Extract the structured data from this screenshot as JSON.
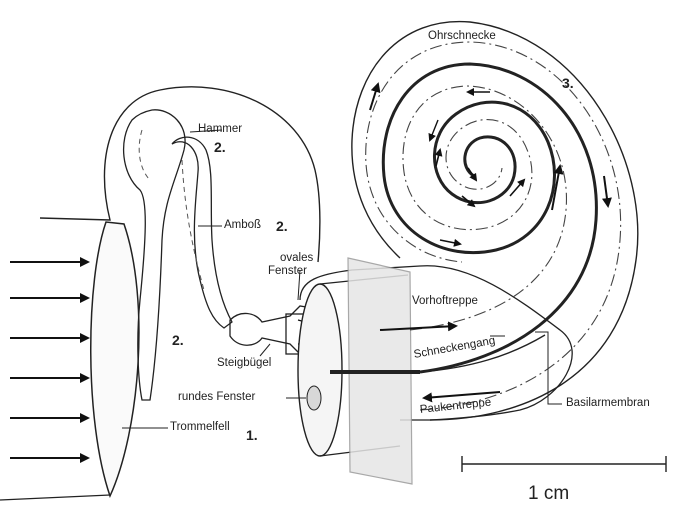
{
  "labels": {
    "ohrschnecke": "Ohrschnecke",
    "hammer": "Hammer",
    "amboss": "Amboß",
    "ovales_fenster_1": "ovales",
    "ovales_fenster_2": "Fenster",
    "steigbuegel": "Steigbügel",
    "rundes_fenster": "rundes Fenster",
    "trommelfell": "Trommelfell",
    "vorhoftreppe": "Vorhoftreppe",
    "schneckengang": "Schneckengang",
    "paukentreppe": "Paukentreppe",
    "basilarmembran": "Basilarmembran"
  },
  "markers": {
    "step1": "1.",
    "step2_hammer": "2.",
    "step2_amboss": "2.",
    "step2_lower": "2.",
    "step3": "3."
  },
  "scale": {
    "label": "1 cm"
  },
  "icons": {
    "sound_wave_arrows": "arrow-right",
    "cochlea_flow": "spiral-arrows"
  },
  "colors": {
    "line": "#222222",
    "membrane": "#9a9a9a",
    "membrane_fill": "#e6e6e6"
  }
}
